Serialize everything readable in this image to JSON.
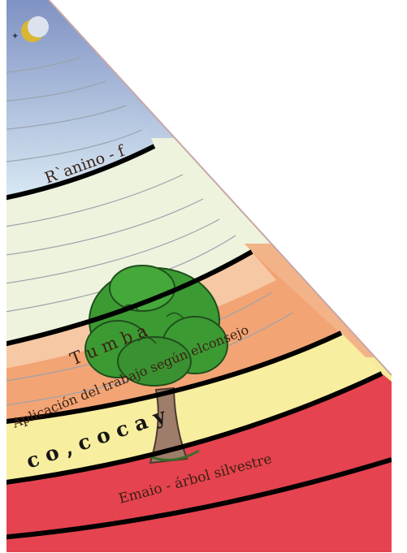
{
  "diagram": {
    "labels": {
      "band_ranino": "R`anino - f",
      "band_tumba": "T u m b a",
      "band_trabajo": "Aplicación del trabajo según elconsejo",
      "band_coca": "c o , c o c a y",
      "band_emaio": "Emaio - árbol silvestre"
    },
    "icons": [
      "moon-icon",
      "star-icon",
      "tree-illustration"
    ],
    "colors": {
      "sky_top": "#8d9ec9",
      "sky_light": "#d7e8f3",
      "pale_green": "#eef3dd",
      "peach": "#f5c9a2",
      "orange": "#f08d57",
      "yellow": "#f7ec9c",
      "red": "#e5434f",
      "divider": "#000000"
    }
  }
}
